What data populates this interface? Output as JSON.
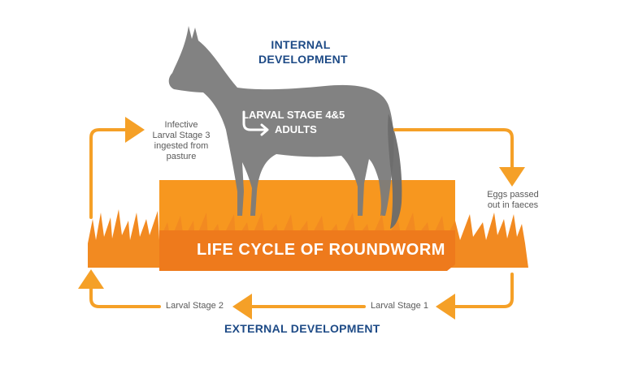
{
  "headings": {
    "internal_line1": "INTERNAL",
    "internal_line2": "DEVELOPMENT",
    "external": "EXTERNAL DEVELOPMENT"
  },
  "title": "LIFE CYCLE OF ROUNDWORM",
  "internal_stages": {
    "stage": "LARVAL STAGE 4&5",
    "adults": "ADULTS"
  },
  "steps": {
    "infective_line1": "Infective",
    "infective_line2": "Larval Stage 3",
    "infective_line3": "ingested from",
    "infective_line4": "pasture",
    "eggs_line1": "Eggs passed",
    "eggs_line2": "out in faeces",
    "larval1": "Larval Stage 1",
    "larval2": "Larval Stage 2"
  },
  "colors": {
    "orange": "#f5a027",
    "dark_orange": "#ee7a1c",
    "grass": "#f28a21",
    "horse": "#7b7b7b",
    "navy": "#1d4a86",
    "grey_text": "#5a5a5a"
  },
  "icons": [
    "horse-silhouette",
    "grass",
    "cycle-arrow"
  ]
}
